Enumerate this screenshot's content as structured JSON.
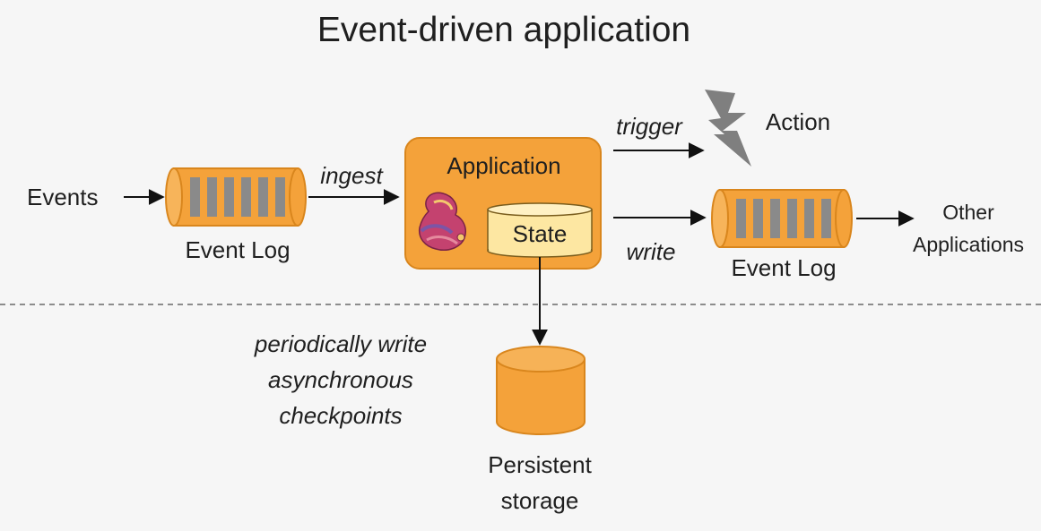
{
  "title": "Event-driven application",
  "input": {
    "label": "Events"
  },
  "input_log": {
    "label": "Event Log"
  },
  "edges": {
    "ingest": "ingest",
    "trigger": "trigger",
    "write": "write"
  },
  "application": {
    "label": "Application",
    "state_label": "State",
    "logo_icon": "flink-squirrel-icon"
  },
  "action": {
    "label": "Action",
    "icon": "lightning-icon"
  },
  "output_log": {
    "label": "Event Log"
  },
  "other_applications": {
    "line1": "Other",
    "line2": "Applications"
  },
  "checkpoint_note": {
    "line1": "periodically write",
    "line2": "asynchronous",
    "line3": "checkpoints"
  },
  "storage": {
    "line1": "Persistent",
    "line2": "storage"
  },
  "colors": {
    "orange": "#f4a23a",
    "orange_border": "#d9861d",
    "state_fill": "#fde7a2",
    "bar_gray": "#8a8a8a",
    "lightning_gray": "#7f7f7f",
    "separator": "#8c8c8c"
  }
}
